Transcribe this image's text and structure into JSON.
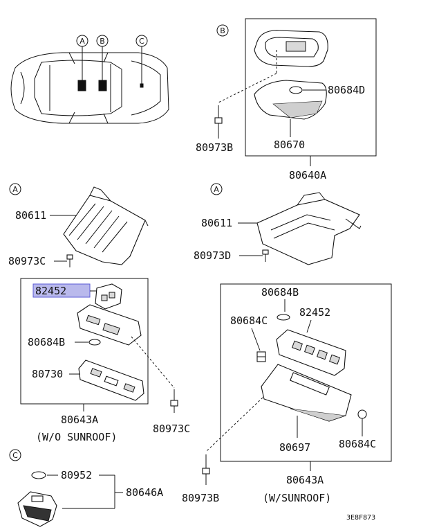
{
  "callouts": {
    "A1": "A",
    "B1": "B",
    "C1": "C",
    "B2": "B",
    "A2": "A",
    "A3": "A",
    "C2": "C"
  },
  "parts": {
    "p80684D": "80684D",
    "p80670": "80670",
    "p80973B_top": "80973B",
    "p80640A": "80640A",
    "p80611_left": "80611",
    "p80973C_left": "80973C",
    "p80611_right": "80611",
    "p80973D": "80973D",
    "p82452_left": "82452",
    "p80684B_left": "80684B",
    "p80730": "80730",
    "p80643A_left": "80643A",
    "p80973C_mid": "80973C",
    "p80684B_right": "80684B",
    "p80684C_right1": "80684C",
    "p82452_right": "82452",
    "p80697": "80697",
    "p80684C_right2": "80684C",
    "p80643A_right": "80643A",
    "p80973B_bottom": "80973B",
    "p80952": "80952",
    "p80646A": "80646A"
  },
  "notes": {
    "wo_sunroof": "(W/O SUNROOF)",
    "w_sunroof": "(W/SUNROOF)",
    "diagram_code": "3E8F873"
  },
  "colors": {
    "highlight": "#b9b9ec",
    "highlight_border": "#5b5bd6"
  }
}
